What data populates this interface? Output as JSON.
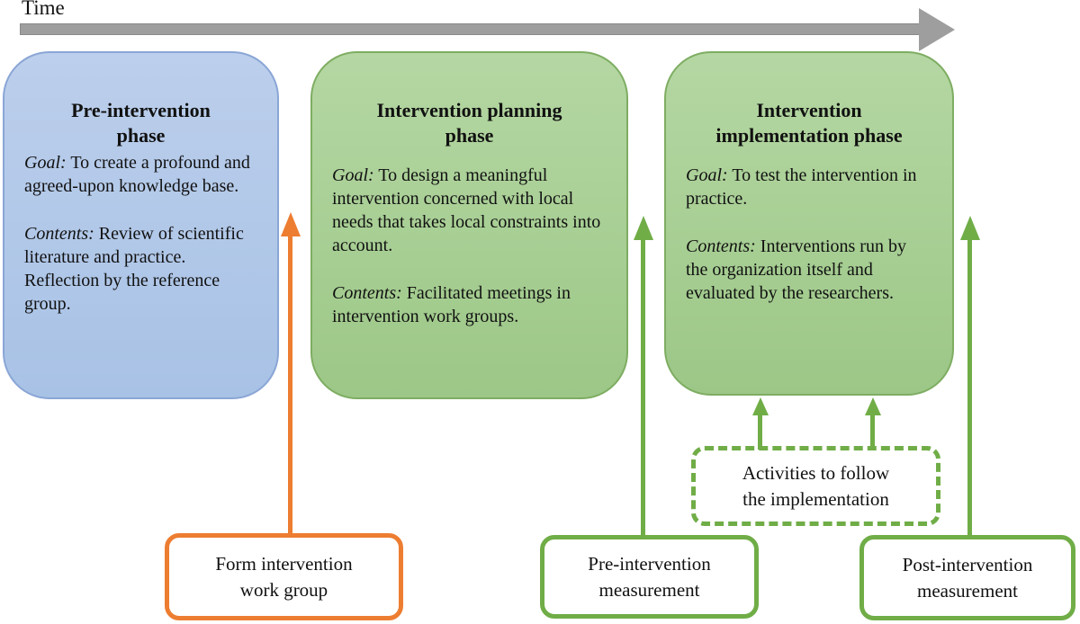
{
  "timeline": {
    "label": "Time"
  },
  "phases": [
    {
      "title": "Pre-intervention\nphase",
      "goal_label": "Goal:",
      "goal_text": "To create a profound and agreed-upon knowledge base.",
      "contents_label": "Contents:",
      "contents_text": "Review of scientific literature and practice. Reflection by the reference group."
    },
    {
      "title": "Intervention planning\nphase",
      "goal_label": "Goal:",
      "goal_text": "To design a meaningful intervention concerned with local needs that takes local constraints into account.",
      "contents_label": "Contents:",
      "contents_text": "Facilitated meetings in intervention work groups."
    },
    {
      "title": "Intervention\nimplementation phase",
      "goal_label": "Goal:",
      "goal_text": "To test the intervention in practice.",
      "contents_label": "Contents:",
      "contents_text": "Interventions run by the organization itself and evaluated by the researchers."
    }
  ],
  "callouts": [
    {
      "label": "Form intervention\nwork group"
    },
    {
      "label": "Pre-intervention\nmeasurement"
    },
    {
      "label": "Post-intervention\nmeasurement"
    }
  ],
  "note": {
    "label": "Activities to follow\nthe implementation"
  },
  "colors": {
    "blue_fill_top": "#bccfec",
    "blue_fill_bottom": "#a8c2e5",
    "blue_border": "#8aa6d6",
    "green_fill_top": "#b5d7a3",
    "green_fill_bottom": "#9cc787",
    "green_border": "#7ead62",
    "accent_green": "#70ad47",
    "accent_orange": "#ed7d31",
    "timeline_grey": "#9e9e9e"
  }
}
